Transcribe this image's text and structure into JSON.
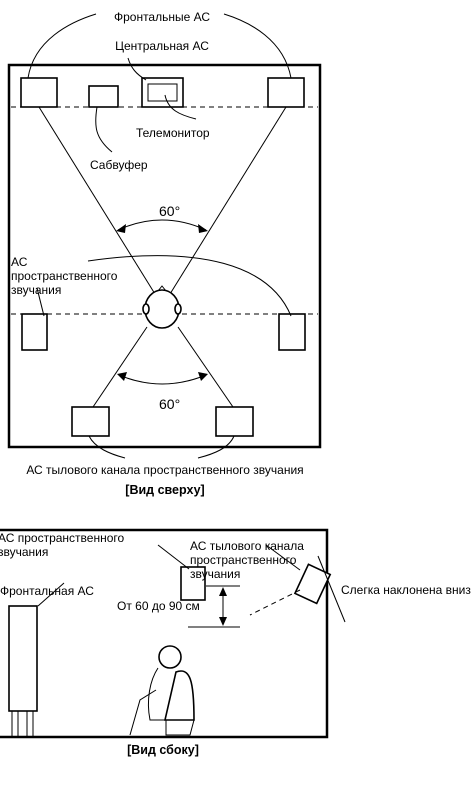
{
  "top_view": {
    "front_speakers": "Фронтальные АС",
    "center_speaker": "Центральная АС",
    "tv_monitor": "Телемонитор",
    "subwoofer": "Сабвуфер",
    "angle_top": "60°",
    "surround_speakers_l1": "АС",
    "surround_speakers_l2": "пространственного",
    "surround_speakers_l3": "звучания",
    "angle_bottom": "60°",
    "rear_surround_speakers": "АС тылового канала пространственного звучания",
    "caption": "[Вид сверху]"
  },
  "side_view": {
    "surround_l1": "АС пространственного",
    "surround_l2": "звучания",
    "rear_l1": "АС тылового канала",
    "rear_l2": "пространственного",
    "rear_l3": "звучания",
    "tilt_note": "Слегка наклонена вниз",
    "front_speaker": "Фронтальная АС",
    "height_range": "От 60 до 90 см",
    "caption": "[Вид сбоку]"
  }
}
